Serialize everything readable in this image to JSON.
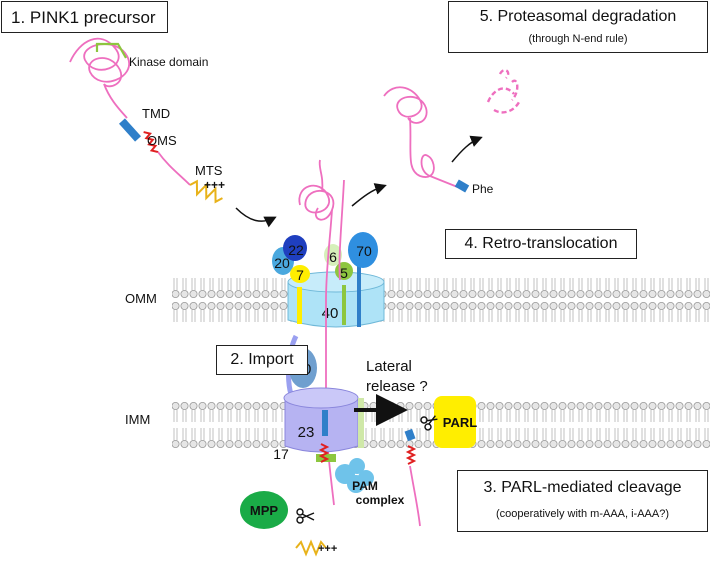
{
  "steps": {
    "s1": "1. PINK1 precursor",
    "s2": "2. Import",
    "s3_title": "3. PARL-mediated cleavage",
    "s3_sub": "(cooperatively with m-AAA, i-AAA?)",
    "s4": "4. Retro-translocation",
    "s5_title": "5. Proteasomal degradation",
    "s5_sub": "(through N-end rule)"
  },
  "domains": {
    "kinase": "Kinase domain",
    "tmd": "TMD",
    "oms": "OMS",
    "mts": "MTS",
    "mts_charge": "+++",
    "phe": "Phe"
  },
  "membranes": {
    "omm": "OMM",
    "imm": "IMM"
  },
  "tom": {
    "t22": "22",
    "t20": "20",
    "t7": "7",
    "t6": "6",
    "t5": "5",
    "t70": "70",
    "t40": "40"
  },
  "tim": {
    "t50": "50",
    "t23": "23",
    "t17": "17"
  },
  "complexes": {
    "mpp": "MPP",
    "parl": "PARL",
    "pam_line1": "PAM",
    "pam_line2": "complex"
  },
  "lateral": {
    "line1": "Lateral",
    "line2": "release ?"
  },
  "colors": {
    "pink": "#ee6fbf",
    "mts_yellow": "#e8b21a",
    "tmd_blue": "#2f7fc9",
    "oms_red": "#e02020",
    "kinase_green": "#8dc63f",
    "tom40": "#aee3f7",
    "tim23": "#b6b3f2",
    "mpp_green": "#1aab47",
    "parl_yellow": "#ffee00",
    "pam_blue": "#6fc3ea"
  }
}
